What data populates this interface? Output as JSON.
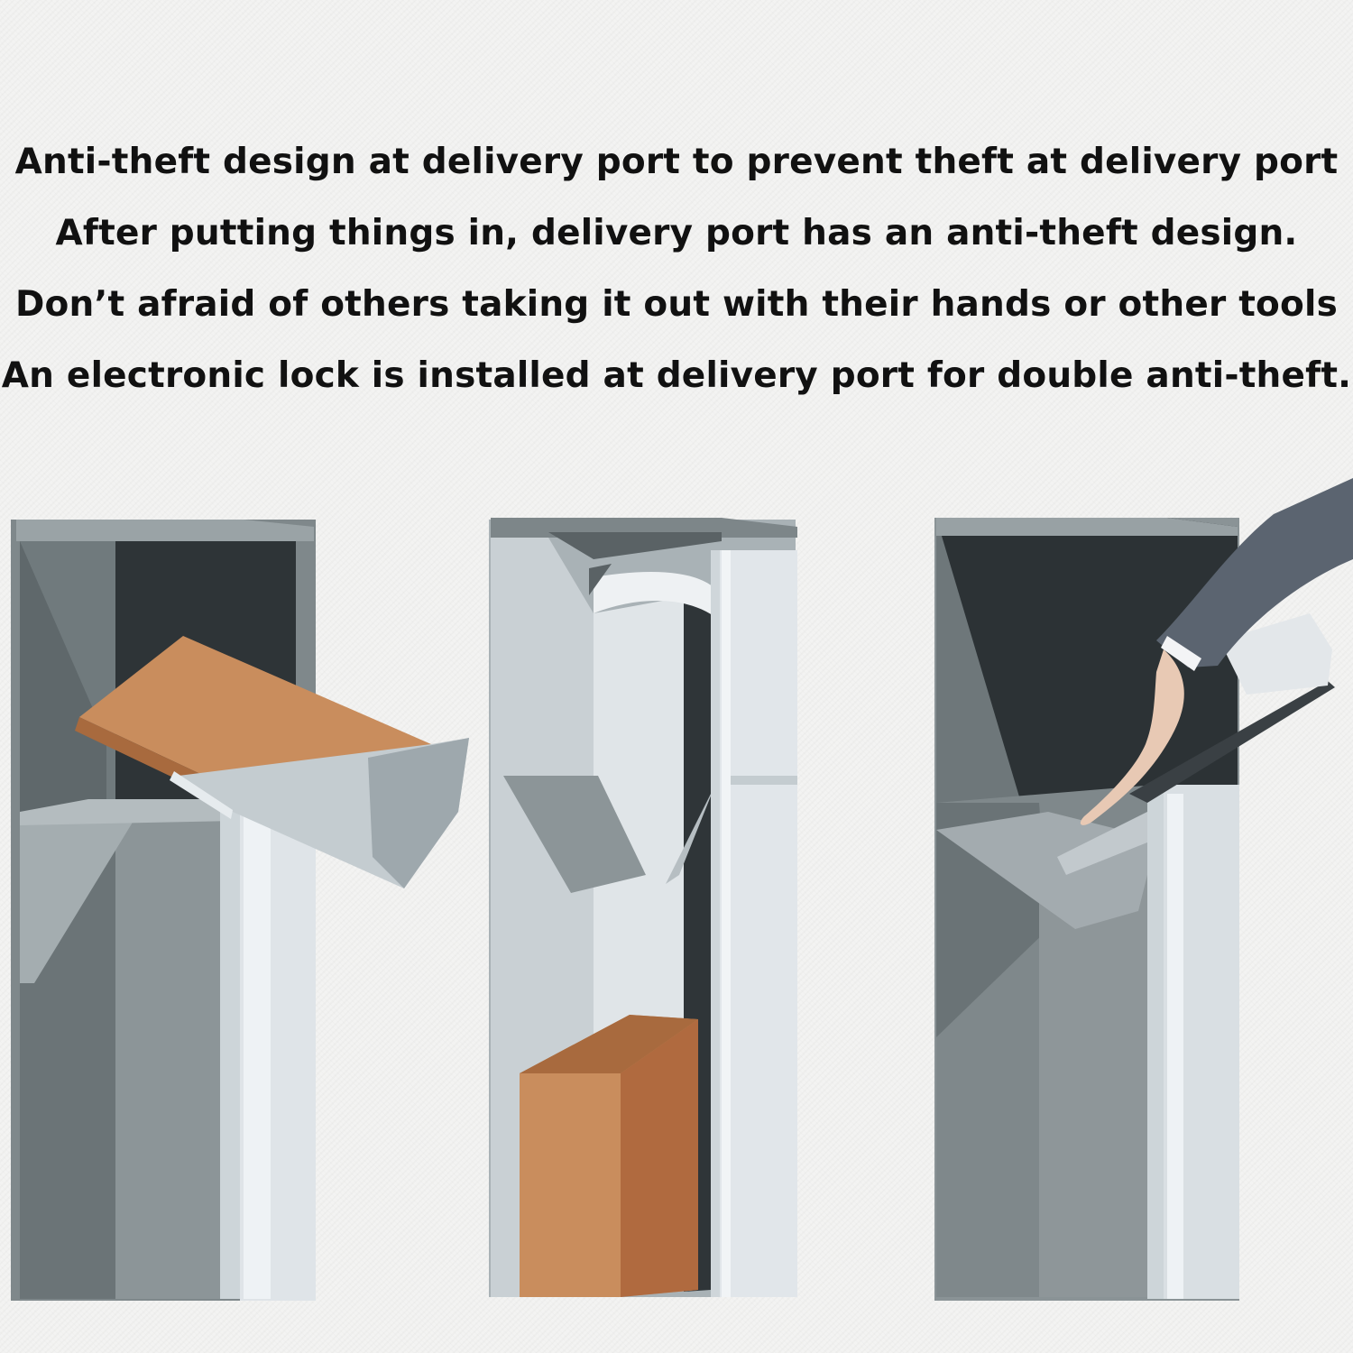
{
  "caption": {
    "lines": [
      "Anti-theft design at delivery port to prevent theft at delivery port",
      "After putting things in, delivery port has an anti-theft design.",
      "Don’t afraid of others taking it out with their hands or other tools",
      "An electronic lock is installed at delivery port for double anti-theft."
    ]
  },
  "illustrations": [
    {
      "name": "parcel-inserted-through-flap",
      "icon": "mailbox-cutaway-with-box-entering"
    },
    {
      "name": "parcel-dropped-inside",
      "icon": "mailbox-cutaway-with-box-inside"
    },
    {
      "name": "hand-blocked-by-anti-theft-baffle",
      "icon": "mailbox-cutaway-with-hand-reaching"
    }
  ],
  "colors": {
    "cardboard_front": "#c98d5d",
    "cardboard_side": "#b06a3f",
    "cavity_dark": "#2f3538",
    "steel_mid": "#8d9597",
    "steel_light": "#d9dde0",
    "steel_frame": "#b8c2c7",
    "sleeve": "#5b6470"
  }
}
